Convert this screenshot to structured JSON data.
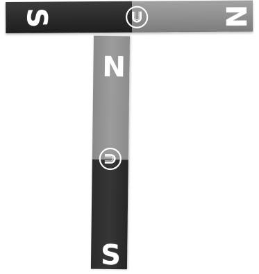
{
  "horizontal_magnet": {
    "left_pole": "S",
    "right_pole": "N",
    "colors": {
      "south": "#2a2a2a",
      "north": "#8e8e8e"
    },
    "logo_icon": "horseshoe-magnet-logo"
  },
  "vertical_magnet": {
    "top_pole": "N",
    "bottom_pole": "S",
    "colors": {
      "north": "#969696",
      "south": "#2f2f2f"
    },
    "logo_icon": "horseshoe-magnet-logo"
  },
  "background_color": "#ffffff"
}
